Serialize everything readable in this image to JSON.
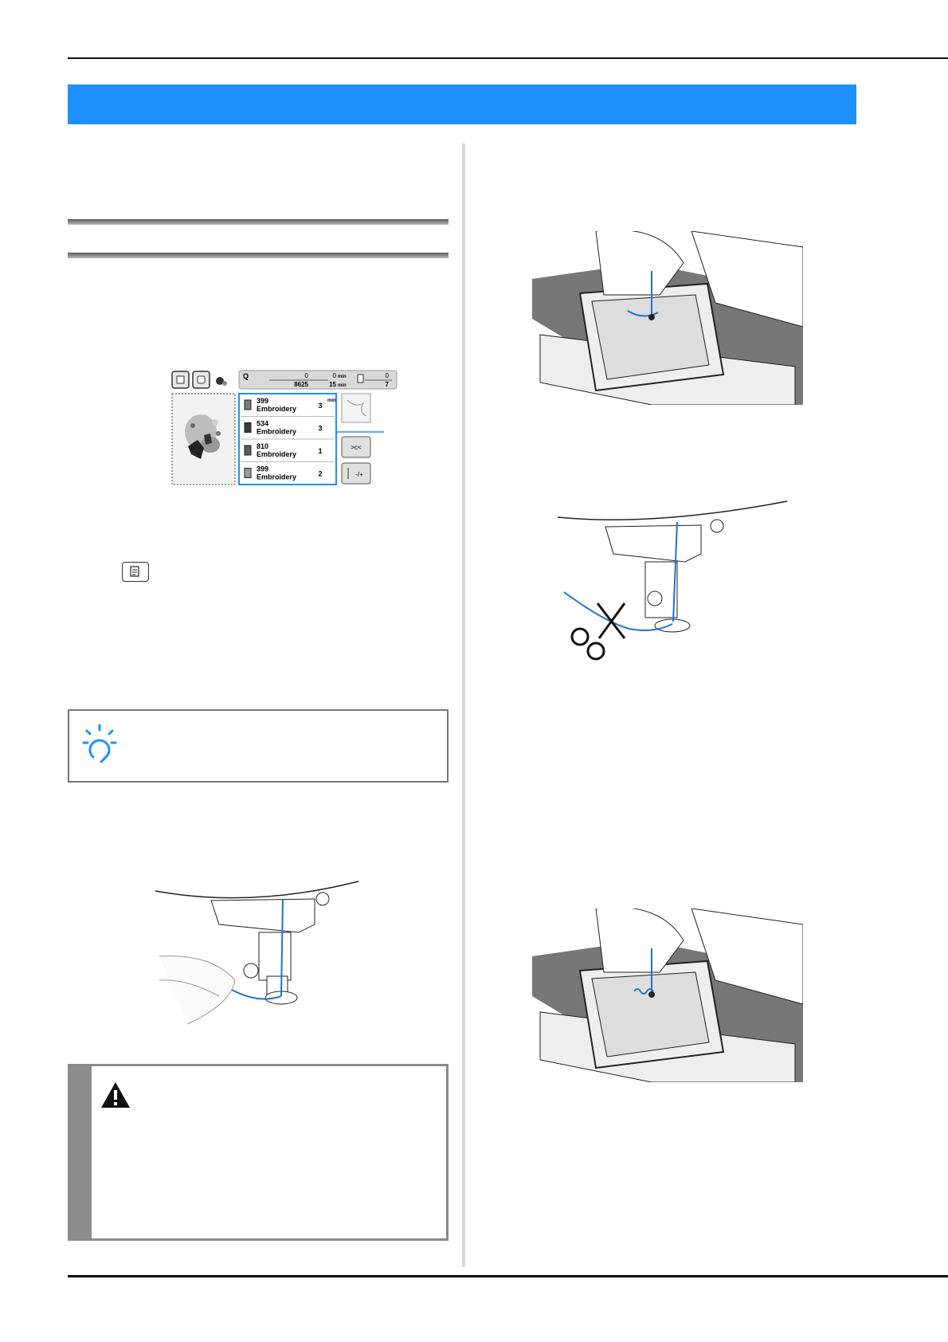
{
  "lcd": {
    "stitch_count": "0",
    "total_stitches": "8625",
    "time_elapsed": "0",
    "time_total": "15",
    "time_unit": "min",
    "color_index": "0",
    "color_total": "7",
    "thread_list": [
      {
        "code": "399",
        "name": "Embroidery",
        "minutes": "3",
        "swatch": "#7a7a7a"
      },
      {
        "code": "534",
        "name": "Embroidery",
        "minutes": "3",
        "swatch": "#3a3a3a"
      },
      {
        "code": "810",
        "name": "Embroidery",
        "minutes": "1",
        "swatch": "#5a5a5a"
      },
      {
        "code": "399",
        "name": "Embroidery",
        "minutes": "2",
        "swatch": "#9a9a9a"
      }
    ],
    "cut_button_label": ">c<",
    "tension_button_label": "-/+"
  },
  "colors": {
    "banner": "#1e90ff",
    "thread_blue": "#1e73d8",
    "callout_blue": "#1e90ff"
  },
  "icons": {
    "note": "lightbulb-icon",
    "warning": "warning-triangle-icon",
    "key": "document-key-icon"
  }
}
